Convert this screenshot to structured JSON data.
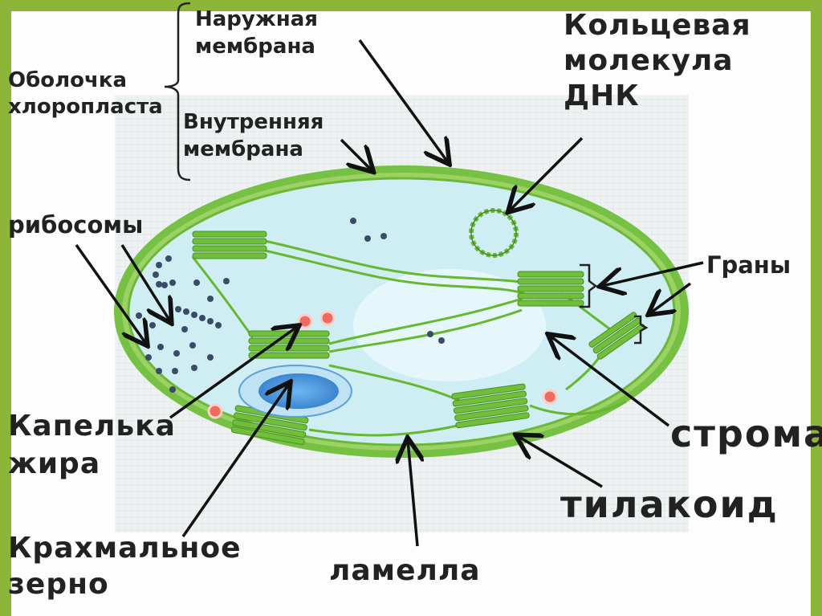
{
  "labels": {
    "envelope": [
      "Оболочка",
      "хлоропласта"
    ],
    "outer_membrane": [
      "Наружная",
      "мембрана"
    ],
    "inner_membrane": [
      "Внутренняя",
      "мембрана"
    ],
    "dna": [
      "Кольцевая",
      "молекула",
      "ДНК"
    ],
    "ribosomes": "рибосомы",
    "grana": "Граны",
    "lipid_droplet": [
      "Капелька",
      "жира"
    ],
    "starch_grain": [
      "Крахмальное",
      "зерно"
    ],
    "lamella": "ламелла",
    "stroma": "строма",
    "thylakoid": "тилакоид"
  },
  "colors": {
    "frame": "#8db537",
    "outer_membrane": "#76c043",
    "stroma": "#cfeef4",
    "thylakoid": "#66b830",
    "starch": "#4f9be0",
    "lipid": "#f06b5f",
    "ribosome": "#3a4a6a",
    "arrow": "#111111"
  }
}
